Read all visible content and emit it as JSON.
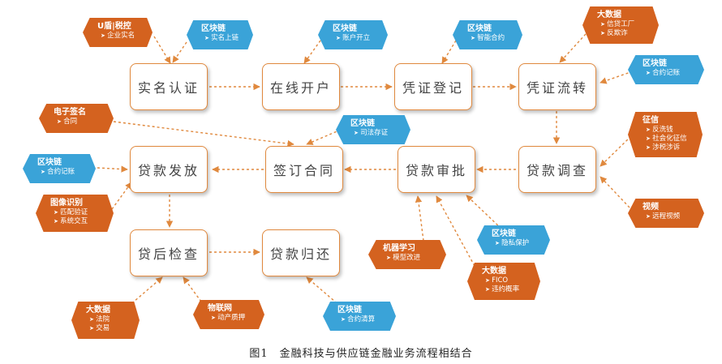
{
  "stages": {
    "s1": "实名认证",
    "s2": "在线开户",
    "s3": "凭证登记",
    "s4": "凭证流转",
    "s5": "贷款发放",
    "s6": "签订合同",
    "s7": "贷款审批",
    "s8": "贷款调查",
    "s9": "贷后检查",
    "s10": "贷款归还"
  },
  "tags": {
    "t_udun": {
      "title": "U盾|税控",
      "items": [
        "企业实名"
      ]
    },
    "t_bc1": {
      "title": "区块链",
      "items": [
        "实名上链"
      ]
    },
    "t_bc2": {
      "title": "区块链",
      "items": [
        "账户开立"
      ]
    },
    "t_bc3": {
      "title": "区块链",
      "items": [
        "智能合约"
      ]
    },
    "t_bigdata1": {
      "title": "大数据",
      "items": [
        "信贷工厂",
        "反欺诈"
      ]
    },
    "t_bc4": {
      "title": "区块链",
      "items": [
        "合约记账"
      ]
    },
    "t_esign": {
      "title": "电子签名",
      "items": [
        "合同"
      ]
    },
    "t_bc5": {
      "title": "区块链",
      "items": [
        "司法存证"
      ]
    },
    "t_credit": {
      "title": "征信",
      "items": [
        "反洗钱",
        "社会化征信",
        "涉税涉诉"
      ]
    },
    "t_bc6": {
      "title": "区块链",
      "items": [
        "合约记账"
      ]
    },
    "t_image": {
      "title": "图像识别",
      "items": [
        "匹配验证",
        "系统交互"
      ]
    },
    "t_video": {
      "title": "视频",
      "items": [
        "远程视频"
      ]
    },
    "t_bc7": {
      "title": "区块链",
      "items": [
        "隐私保护"
      ]
    },
    "t_ml": {
      "title": "机器学习",
      "items": [
        "模型改进"
      ]
    },
    "t_bigdata2": {
      "title": "大数据",
      "items": [
        "FICO",
        "违约概率"
      ]
    },
    "t_bigdata3": {
      "title": "大数据",
      "items": [
        "法院",
        "交易"
      ]
    },
    "t_iot": {
      "title": "物联网",
      "items": [
        "动产质押"
      ]
    },
    "t_bc8": {
      "title": "区块链",
      "items": [
        "合约清算"
      ]
    }
  },
  "caption": "图1　金融科技与供应链金融业务流程相结合",
  "colors": {
    "stage_border": "#e0893e",
    "arrow": "#e0893e",
    "blue_tag": "#3aa3d8",
    "orange_tag": "#d4621f"
  }
}
